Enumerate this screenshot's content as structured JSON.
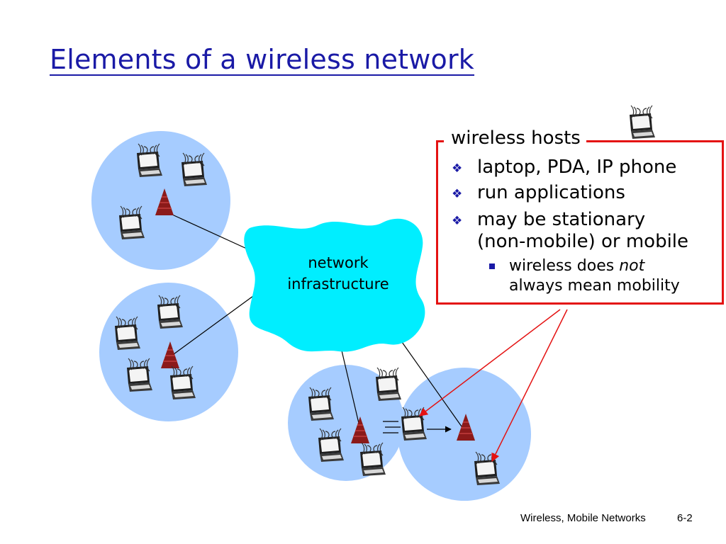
{
  "slide": {
    "title": "Elements of a wireless network",
    "footer": "Wireless, Mobile Networks",
    "page_number": "6-2"
  },
  "cloud": {
    "line1": "network",
    "line2": "infrastructure"
  },
  "hosts_box": {
    "heading": "wireless hosts",
    "bullets": [
      "laptop, PDA, IP phone",
      "run applications",
      "may be stationary",
      "(non-mobile) or mobile"
    ],
    "sub_bullet_line1_start": "wireless does ",
    "sub_bullet_line1_emph": "not",
    "sub_bullet_line2": "always mean mobility"
  },
  "colors": {
    "title": "#1a1aa6",
    "cell": "#a6ccff",
    "cloud": "#00eeff",
    "tower": "#8b1a1a",
    "callout": "#e41212"
  },
  "icons": {
    "host": "laptop-icon",
    "base_station": "base-station-icon",
    "bullet": "diamond-bullet-icon"
  }
}
